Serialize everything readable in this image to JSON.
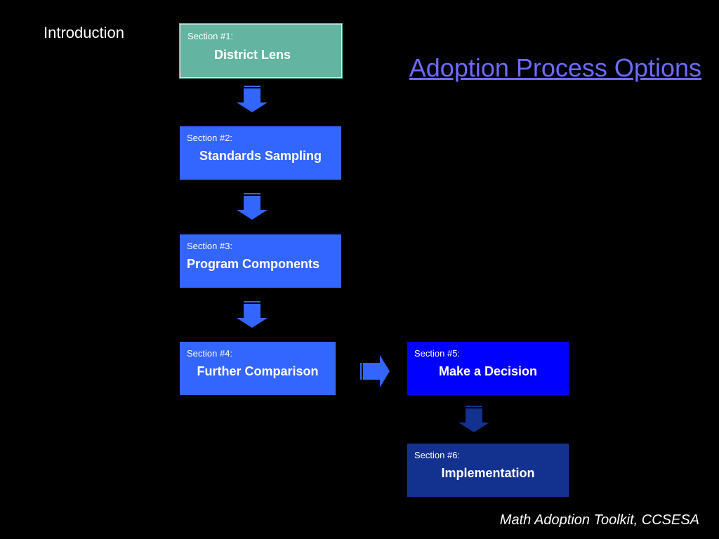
{
  "intro_label": "Introduction",
  "title": "Adoption Process Options",
  "sections": [
    {
      "label": "Section #1:",
      "name": "District Lens",
      "color": "#63b5a2"
    },
    {
      "label": "Section #2:",
      "name": "Standards Sampling",
      "color": "#3366ff"
    },
    {
      "label": "Section #3:",
      "name": "Program Components",
      "color": "#3366ff"
    },
    {
      "label": "Section #4:",
      "name": "Further Comparison",
      "color": "#3366ff"
    },
    {
      "label": "Section #5:",
      "name": "Make a Decision",
      "color": "#0000ff"
    },
    {
      "label": "Section #6:",
      "name": "Implementation",
      "color": "#13318f"
    }
  ],
  "arrow_color": "#3366ff",
  "footer": "Math Adoption Toolkit, CCSESA"
}
